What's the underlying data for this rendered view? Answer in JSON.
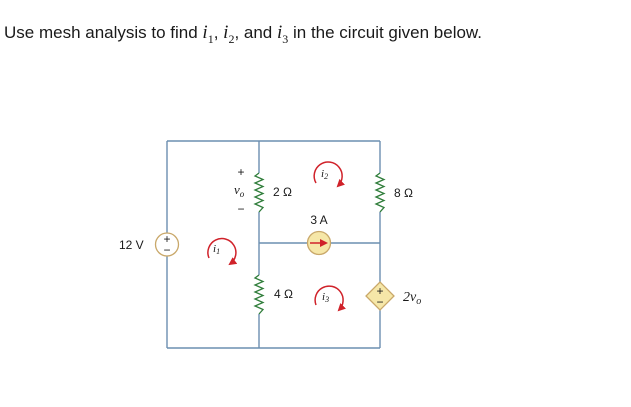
{
  "question": {
    "prefix": "Use mesh analysis to find ",
    "var1_main": "i",
    "var1_sub": "1",
    "sep1": ", ",
    "var2_main": "i",
    "var2_sub": "2",
    "sep2": ", and ",
    "var3_main": "i",
    "var3_sub": "3",
    "suffix": " in the circuit given below."
  },
  "circuit": {
    "voltage_source": {
      "label": "12 V",
      "plus": "+",
      "minus": "−"
    },
    "resistor_2": {
      "label": "2 Ω"
    },
    "resistor_4": {
      "label": "4 Ω"
    },
    "resistor_8": {
      "label": "8 Ω"
    },
    "current_source": {
      "label": "3 A"
    },
    "dependent_source": {
      "label_main": "2v",
      "label_sub": "o",
      "plus": "+",
      "minus": "−"
    },
    "vo": {
      "main": "v",
      "sub": "o",
      "plus": "+",
      "minus": "−"
    },
    "mesh_1": {
      "main": "i",
      "sub": "1"
    },
    "mesh_2": {
      "main": "i",
      "sub": "2"
    },
    "mesh_3": {
      "main": "i",
      "sub": "3"
    },
    "colors": {
      "wire": "#6b8fb0",
      "accent": "#d0222a",
      "diamond_fill": "#f6e7a8",
      "diamond_stroke": "#c9a86a"
    }
  }
}
